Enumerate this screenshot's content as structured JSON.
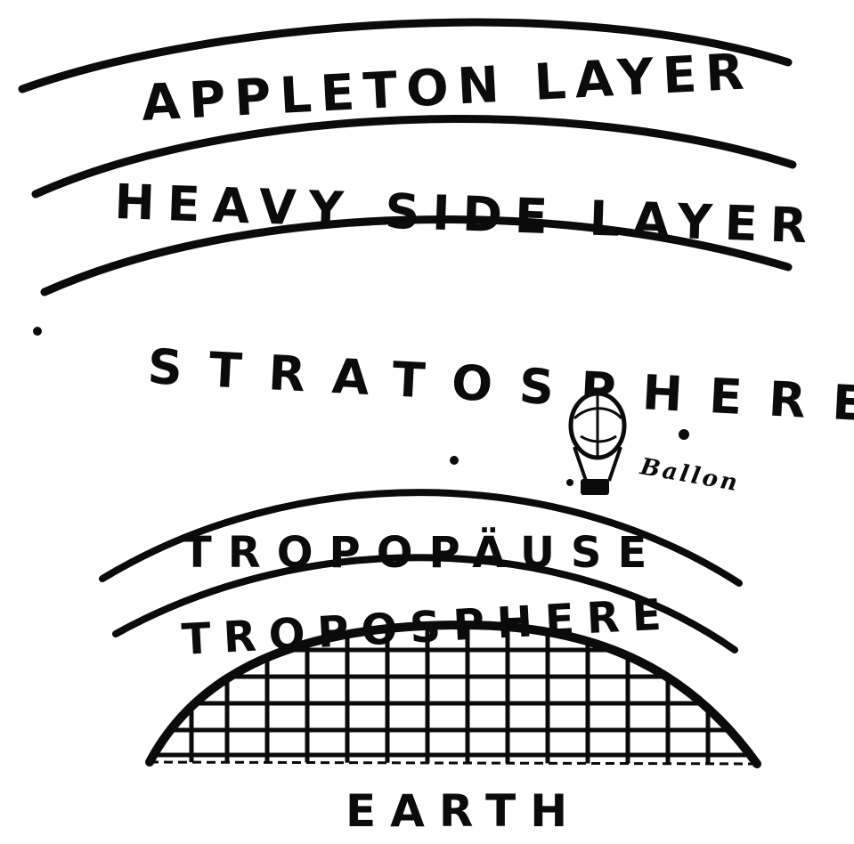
{
  "layers": {
    "appleton": "APPLETON LAYER",
    "heaviside": "HEAVY SIDE LAYER",
    "stratosphere": "STRATOSPHERE",
    "tropopause": "TROPOPÄUSE",
    "troposphere": "TROPOSPHERE",
    "earth": "EARTH"
  },
  "balloon_label": "Ballon",
  "colors": {
    "ink": "#0b0b0b",
    "paper": "#ffffff"
  },
  "icons": {
    "balloon": "hot-air-balloon-icon",
    "earth_grid": "globe-grid-icon"
  }
}
